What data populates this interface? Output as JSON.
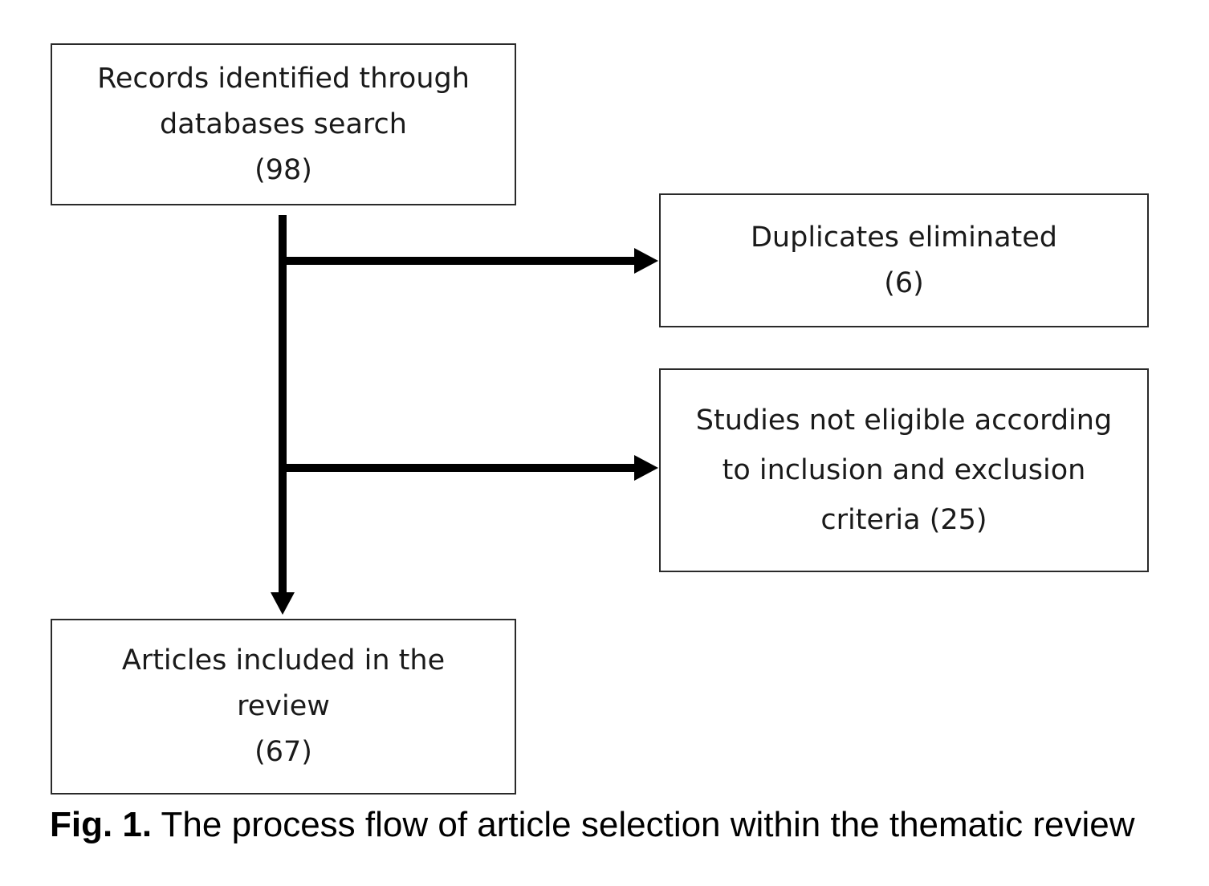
{
  "boxes": {
    "records": {
      "line1": "Records identified through",
      "line2": "databases search",
      "count": "(98)"
    },
    "duplicates": {
      "line1": "Duplicates eliminated",
      "count": "(6)"
    },
    "not_eligible": {
      "line1": "Studies not eligible according",
      "line2": "to inclusion and exclusion",
      "line3": "criteria (25)"
    },
    "included": {
      "line1": "Articles included in the",
      "line2": "review",
      "count": "(67)"
    }
  },
  "caption": {
    "label": "Fig. 1.",
    "text": " The process flow of article selection within the thematic review"
  },
  "colors": {
    "border": "#2a2a2a",
    "arrow": "#000000",
    "background": "#ffffff"
  }
}
